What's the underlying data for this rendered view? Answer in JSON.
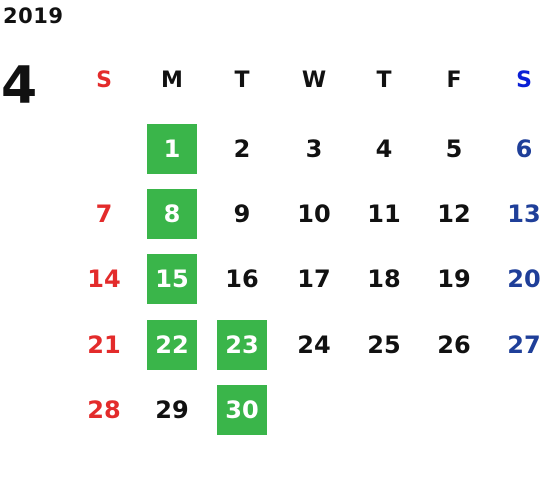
{
  "calendar": {
    "year": "2019",
    "month": "4",
    "weekdays": [
      "S",
      "M",
      "T",
      "W",
      "T",
      "F",
      "S"
    ],
    "weeks": [
      [
        "",
        "1",
        "2",
        "3",
        "4",
        "5",
        "6"
      ],
      [
        "7",
        "8",
        "9",
        "10",
        "11",
        "12",
        "13"
      ],
      [
        "14",
        "15",
        "16",
        "17",
        "18",
        "19",
        "20"
      ],
      [
        "21",
        "22",
        "23",
        "24",
        "25",
        "26",
        "27"
      ],
      [
        "28",
        "29",
        "30",
        "",
        "",
        "",
        ""
      ]
    ],
    "highlighted_days": [
      "1",
      "8",
      "15",
      "22",
      "23",
      "30"
    ]
  },
  "colors": {
    "sunday": "#e32b2b",
    "saturday_header": "#0a1fd6",
    "saturday_day": "#1f3f99",
    "default_text": "#111111",
    "highlight_bg": "#3ab54a",
    "highlight_text": "#ffffff"
  }
}
